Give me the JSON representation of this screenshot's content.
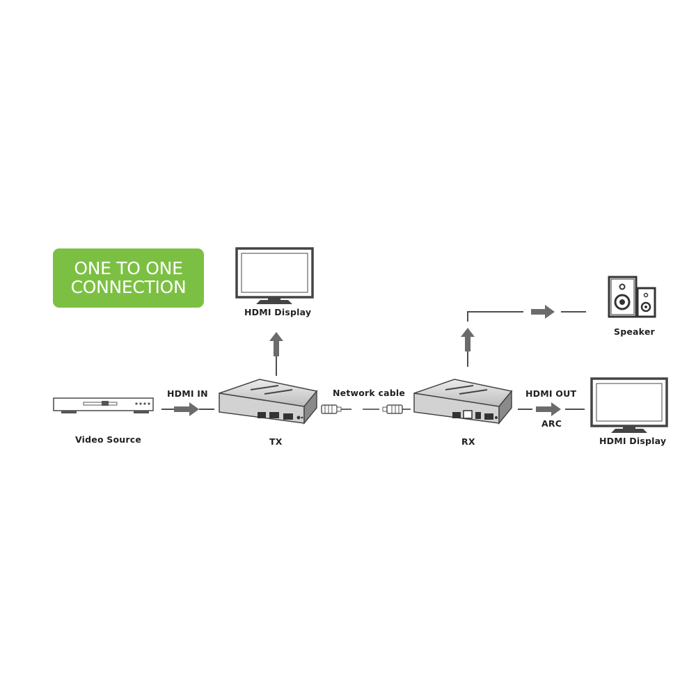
{
  "badge": {
    "line1": "ONE TO ONE",
    "line2": "CONNECTION"
  },
  "labels": {
    "video_source": "Video Source",
    "hdmi_in": "HDMI IN",
    "tx": "TX",
    "network_cable": "Network cable",
    "rx": "RX",
    "hdmi_out": "HDMI OUT",
    "arc": "ARC",
    "hdmi_display_top": "HDMI Display",
    "hdmi_display_right": "HDMI Display",
    "speaker": "Speaker"
  },
  "colors": {
    "badge": "#7cc043",
    "line": "#4d4d4d",
    "arrow": "#6b6b6b",
    "device": "#555555"
  }
}
